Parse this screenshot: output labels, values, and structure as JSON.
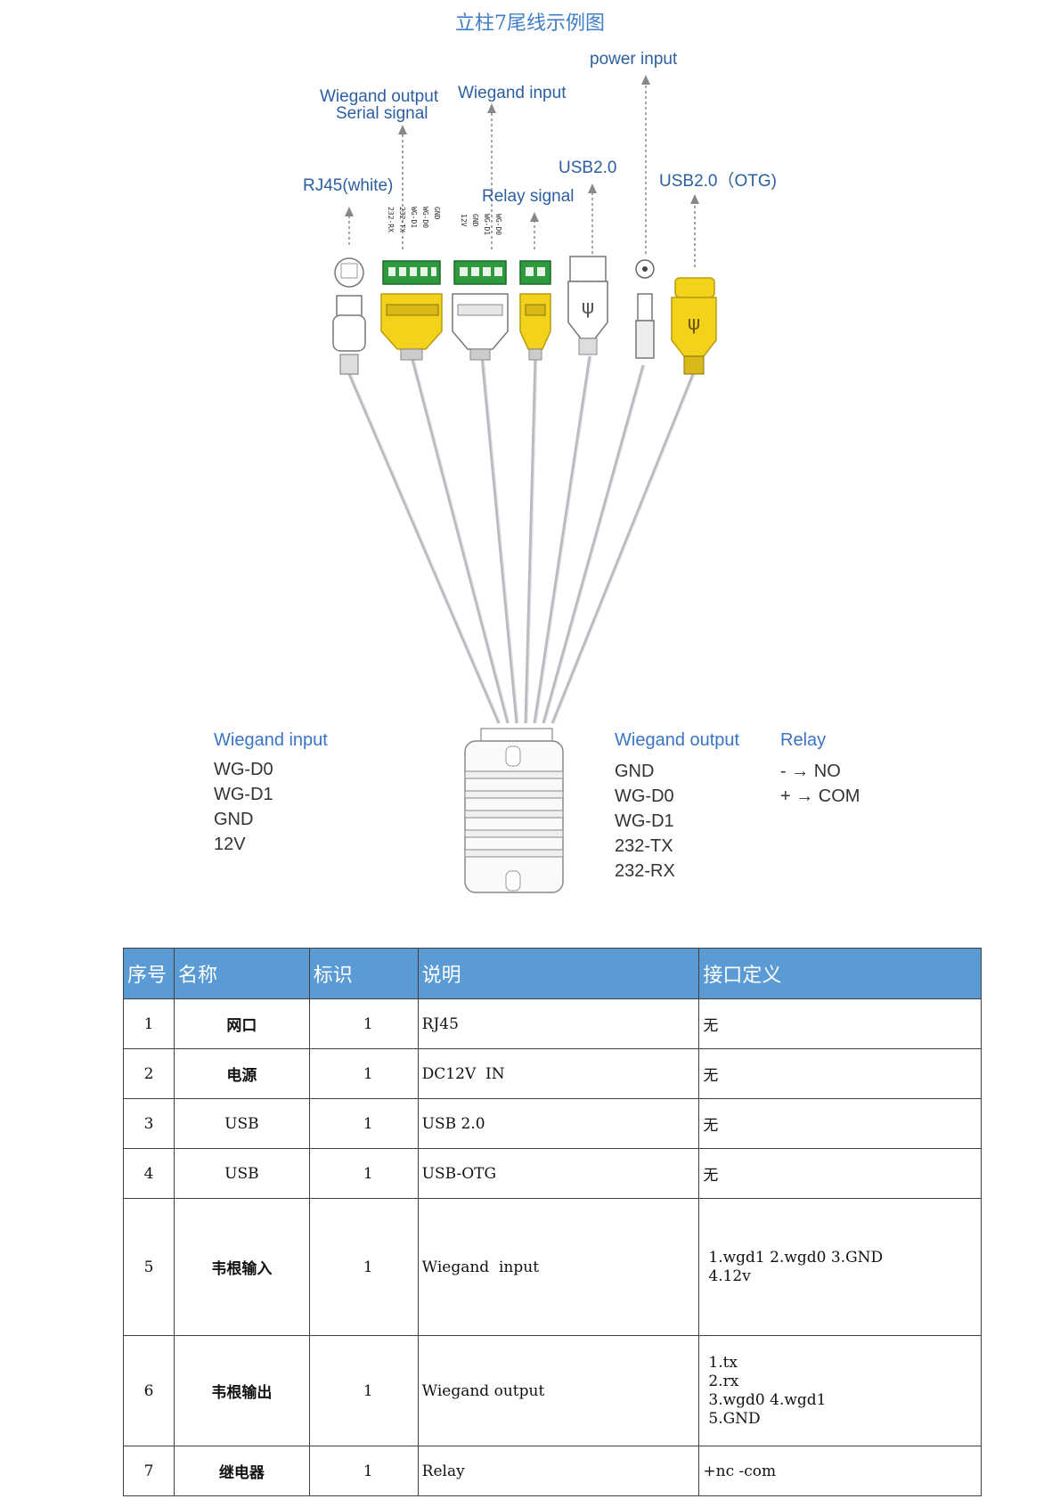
{
  "page": {
    "title": "立柱7尾线示例图"
  },
  "diagram": {
    "labels": {
      "power_input": "power input",
      "wiegand_output_serial_1": "Wiegand output",
      "wiegand_output_serial_2": "Serial signal",
      "wiegand_input_top": "Wiegand input",
      "usb20": "USB2.0",
      "usb20_otg": "USB2.0（OTG)",
      "rj45": "RJ45(white)",
      "relay_signal": "Relay signal"
    },
    "connector_pins": {
      "serial_connector": [
        "232-RX",
        "232-TX",
        "WG-D1",
        "WG-D0",
        "GND"
      ],
      "wiegand_in_connector": [
        "12V",
        "GND",
        "WG-D1",
        "WG-D0"
      ]
    },
    "bottom_left": {
      "heading": "Wiegand input",
      "pins": [
        "WG-D0",
        "WG-D1",
        "GND",
        "12V"
      ]
    },
    "bottom_mid": {
      "heading": "Wiegand output",
      "pins": [
        "GND",
        "WG-D0",
        "WG-D1",
        "232-TX",
        "232-RX"
      ]
    },
    "bottom_right": {
      "heading": "Relay",
      "pins": [
        "- → NO",
        "+ → COM"
      ]
    }
  },
  "table": {
    "headers": [
      "序号",
      "名称",
      "标识",
      "说明",
      "接口定义"
    ],
    "rows": [
      {
        "no": "1",
        "name": "网口",
        "id": "1",
        "desc": "RJ45",
        "def": "无"
      },
      {
        "no": "2",
        "name": "电源",
        "id": "1",
        "desc": "DC12V  IN",
        "def": "无"
      },
      {
        "no": "3",
        "name": "USB",
        "id": "1",
        "desc": "USB 2.0",
        "def": "无"
      },
      {
        "no": "4",
        "name": "USB",
        "id": "1",
        "desc": "USB-OTG",
        "def": "无"
      },
      {
        "no": "5",
        "name": "韦根输入",
        "id": "1",
        "desc": "Wiegand  input",
        "def": "1.wgd1 2.wgd0 3.GND\n4.12v"
      },
      {
        "no": "6",
        "name": "韦根输出",
        "id": "1",
        "desc": "Wiegand output",
        "def": "1.tx\n2.rx\n3.wgd0 4.wgd1\n5.GND"
      },
      {
        "no": "7",
        "name": "继电器",
        "id": "1",
        "desc": "Relay",
        "def": "+nc -com"
      }
    ]
  },
  "colors": {
    "title_blue": "#3f7fc8",
    "header_blue": "#5b9bd5",
    "connector_green": "#2e9a3e",
    "plug_yellow": "#f2d21a"
  }
}
